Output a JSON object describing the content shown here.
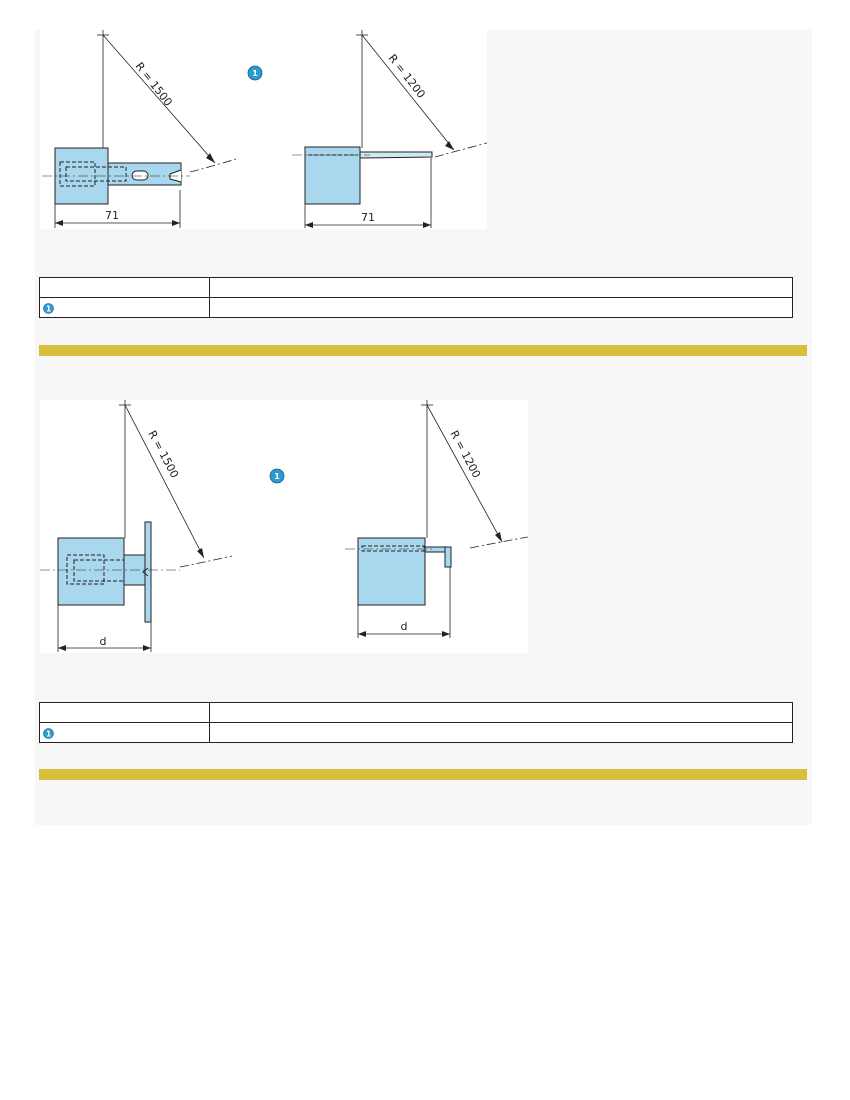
{
  "figure1": {
    "left_drawing": {
      "radius_label": "R = 1500",
      "dimension_label": "71"
    },
    "right_drawing": {
      "radius_label": "R = 1200",
      "dimension_label": "71"
    },
    "callout": "1"
  },
  "table1": {
    "rows": [
      {
        "a": "",
        "b": ""
      },
      {
        "callout": "1",
        "b": ""
      }
    ]
  },
  "figure2": {
    "left_drawing": {
      "radius_label": "R = 1500",
      "dimension_label": "d"
    },
    "right_drawing": {
      "radius_label": "R = 1200",
      "dimension_label": "d"
    },
    "callout": "1"
  },
  "table2": {
    "rows": [
      {
        "a": "",
        "b": ""
      },
      {
        "callout": "1",
        "b": ""
      }
    ]
  },
  "colors": {
    "accent_bar": "#d8bf3d",
    "part_fill": "#a9d8ee",
    "callout_badge": "#2a9ad0"
  },
  "icons": {
    "callout_badge": "numbered-callout-icon"
  }
}
